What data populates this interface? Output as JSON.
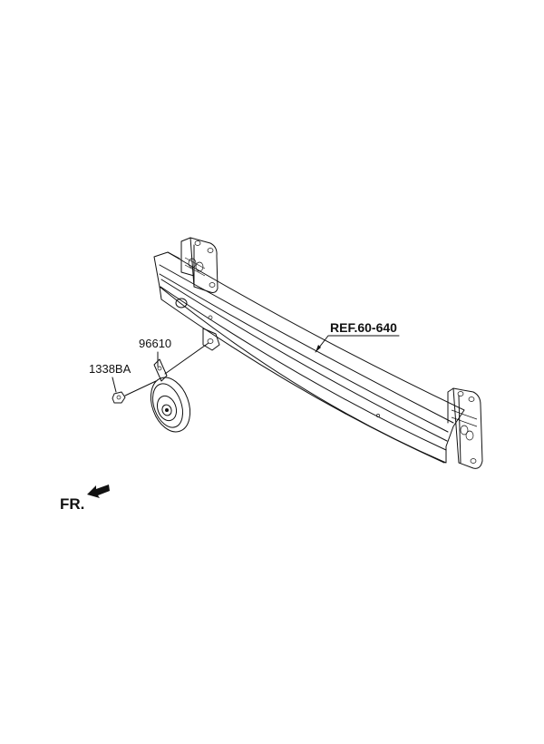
{
  "labels": {
    "ref": "REF.60-640",
    "horn_part": "96610",
    "bolt_part": "1338BA",
    "front": "FR."
  }
}
